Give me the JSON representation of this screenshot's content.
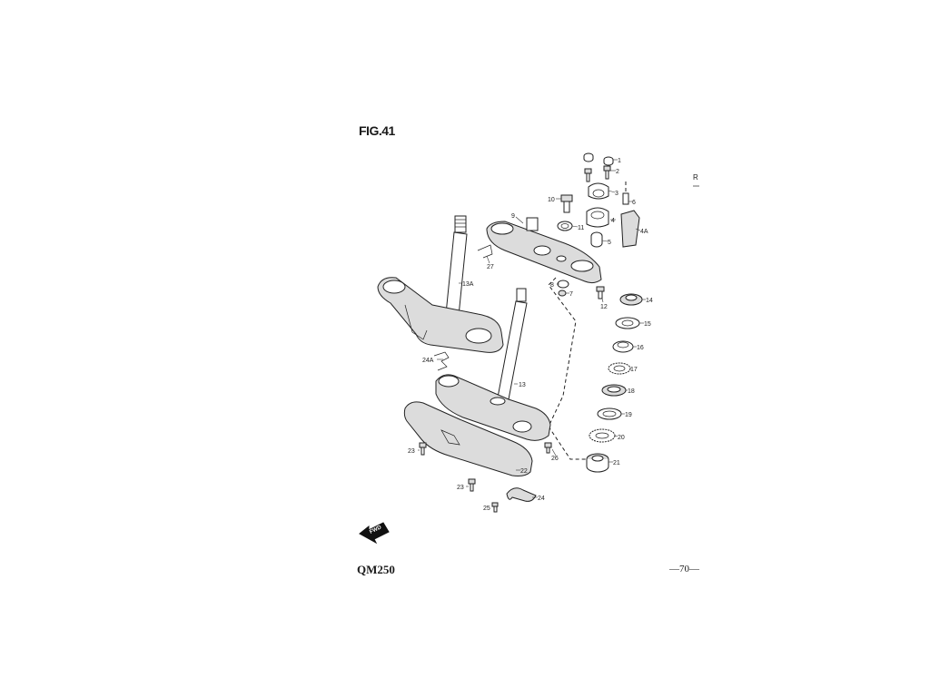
{
  "figure": {
    "title": "FIG.41",
    "model": "QM250",
    "page_number": "—70—",
    "fwd_label": "FWD",
    "edge_glyph": "R"
  },
  "callouts": [
    {
      "id": "c1",
      "text": "1"
    },
    {
      "id": "c2",
      "text": "2"
    },
    {
      "id": "c3",
      "text": "3"
    },
    {
      "id": "c4",
      "text": "4"
    },
    {
      "id": "c4a",
      "text": "4A"
    },
    {
      "id": "c5",
      "text": "5"
    },
    {
      "id": "c6",
      "text": "6"
    },
    {
      "id": "c7",
      "text": "7"
    },
    {
      "id": "c8",
      "text": "8"
    },
    {
      "id": "c9",
      "text": "9"
    },
    {
      "id": "c10",
      "text": "10"
    },
    {
      "id": "c11",
      "text": "11"
    },
    {
      "id": "c12",
      "text": "12"
    },
    {
      "id": "c13",
      "text": "13"
    },
    {
      "id": "c13a",
      "text": "13A"
    },
    {
      "id": "c14",
      "text": "14"
    },
    {
      "id": "c15",
      "text": "15"
    },
    {
      "id": "c16",
      "text": "16"
    },
    {
      "id": "c17",
      "text": "17"
    },
    {
      "id": "c18",
      "text": "18"
    },
    {
      "id": "c19",
      "text": "19"
    },
    {
      "id": "c20",
      "text": "20"
    },
    {
      "id": "c21",
      "text": "21"
    },
    {
      "id": "c22",
      "text": "22"
    },
    {
      "id": "c23a",
      "text": "23"
    },
    {
      "id": "c23b",
      "text": "23"
    },
    {
      "id": "c24",
      "text": "24"
    },
    {
      "id": "c24a",
      "text": "24A"
    },
    {
      "id": "c25",
      "text": "25"
    },
    {
      "id": "c26",
      "text": "26"
    },
    {
      "id": "c27",
      "text": "27"
    }
  ]
}
